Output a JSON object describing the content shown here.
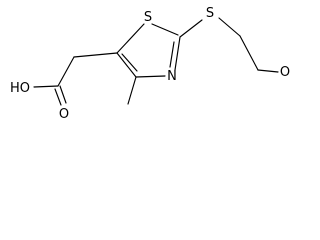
{
  "molecule": {
    "atoms": {
      "ring_sulfur": "S",
      "ring_nitrogen": "N",
      "thioether_sulfur": "S",
      "ether_oxygen": "O",
      "hydroxyl": "HO",
      "carbonyl_oxygen": "O"
    }
  }
}
